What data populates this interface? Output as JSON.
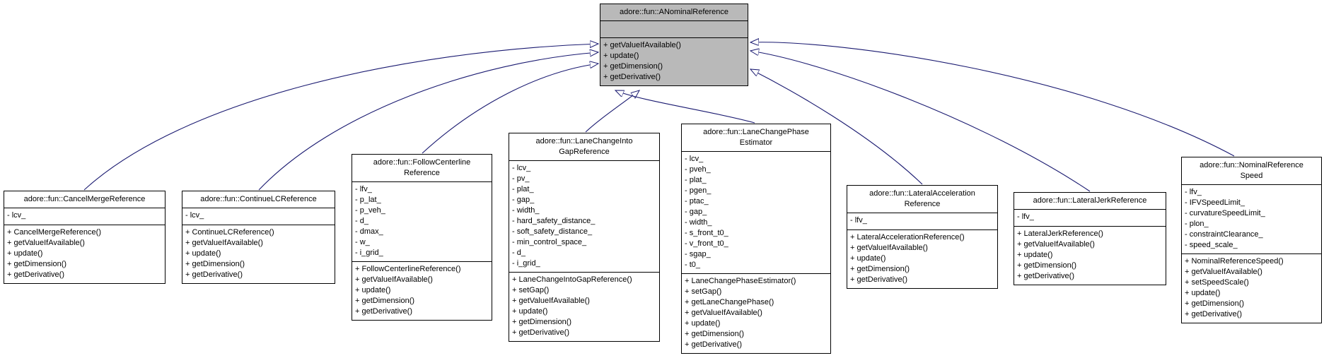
{
  "diagram": {
    "colors": {
      "edge": "#191970",
      "base_fill": "#b9b9b9",
      "node_fill": "#ffffff",
      "border": "#000000"
    },
    "base": {
      "title_lines": [
        "adore::fun::ANominalReference"
      ],
      "attributes": [],
      "methods": [
        "+ getValueIfAvailable()",
        "+ update()",
        "+ getDimension()",
        "+ getDerivative()"
      ]
    },
    "classes": [
      {
        "id": "cancel-merge-reference",
        "title_lines": [
          "adore::fun::CancelMergeReference"
        ],
        "attributes": [
          "- lcv_"
        ],
        "methods": [
          "+ CancelMergeReference()",
          "+ getValueIfAvailable()",
          "+ update()",
          "+ getDimension()",
          "+ getDerivative()"
        ]
      },
      {
        "id": "continue-lc-reference",
        "title_lines": [
          "adore::fun::ContinueLCReference"
        ],
        "attributes": [
          "- lcv_"
        ],
        "methods": [
          "+ ContinueLCReference()",
          "+ getValueIfAvailable()",
          "+ update()",
          "+ getDimension()",
          "+ getDerivative()"
        ]
      },
      {
        "id": "follow-centerline-reference",
        "title_lines": [
          "adore::fun::FollowCenterline",
          "Reference"
        ],
        "attributes": [
          "- lfv_",
          "- p_lat_",
          "- p_veh_",
          "- d_",
          "- dmax_",
          "- w_",
          "- i_grid_"
        ],
        "methods": [
          "+ FollowCenterlineReference()",
          "+ getValueIfAvailable()",
          "+ update()",
          "+ getDimension()",
          "+ getDerivative()"
        ]
      },
      {
        "id": "lane-change-into-gap-reference",
        "title_lines": [
          "adore::fun::LaneChangeInto",
          "GapReference"
        ],
        "attributes": [
          "- lcv_",
          "- pv_",
          "- plat_",
          "- gap_",
          "- width_",
          "- hard_safety_distance_",
          "- soft_safety_distance_",
          "- min_control_space_",
          "- d_",
          "- i_grid_"
        ],
        "methods": [
          "+ LaneChangeIntoGapReference()",
          "+ setGap()",
          "+ getValueIfAvailable()",
          "+ update()",
          "+ getDimension()",
          "+ getDerivative()"
        ]
      },
      {
        "id": "lane-change-phase-estimator",
        "title_lines": [
          "adore::fun::LaneChangePhase",
          "Estimator"
        ],
        "attributes": [
          "- lcv_",
          "- pveh_",
          "- plat_",
          "- pgen_",
          "- ptac_",
          "- gap_",
          "- width_",
          "- s_front_t0_",
          "- v_front_t0_",
          "- sgap_",
          "- t0_"
        ],
        "methods": [
          "+ LaneChangePhaseEstimator()",
          "+ setGap()",
          "+ getLaneChangePhase()",
          "+ getValueIfAvailable()",
          "+ update()",
          "+ getDimension()",
          "+ getDerivative()"
        ]
      },
      {
        "id": "lateral-acceleration-reference",
        "title_lines": [
          "adore::fun::LateralAcceleration",
          "Reference"
        ],
        "attributes": [
          "- lfv_"
        ],
        "methods": [
          "+ LateralAccelerationReference()",
          "+ getValueIfAvailable()",
          "+ update()",
          "+ getDimension()",
          "+ getDerivative()"
        ]
      },
      {
        "id": "lateral-jerk-reference",
        "title_lines": [
          "adore::fun::LateralJerkReference"
        ],
        "attributes": [
          "- lfv_"
        ],
        "methods": [
          "+ LateralJerkReference()",
          "+ getValueIfAvailable()",
          "+ update()",
          "+ getDimension()",
          "+ getDerivative()"
        ]
      },
      {
        "id": "nominal-reference-speed",
        "title_lines": [
          "adore::fun::NominalReference",
          "Speed"
        ],
        "attributes": [
          "- lfv_",
          "- IFVSpeedLimit_",
          "- curvatureSpeedLimit_",
          "- plon_",
          "- constraintClearance_",
          "- speed_scale_"
        ],
        "methods": [
          "+ NominalReferenceSpeed()",
          "+ getValueIfAvailable()",
          "+ setSpeedScale()",
          "+ update()",
          "+ getDimension()",
          "+ getDerivative()"
        ]
      }
    ]
  }
}
